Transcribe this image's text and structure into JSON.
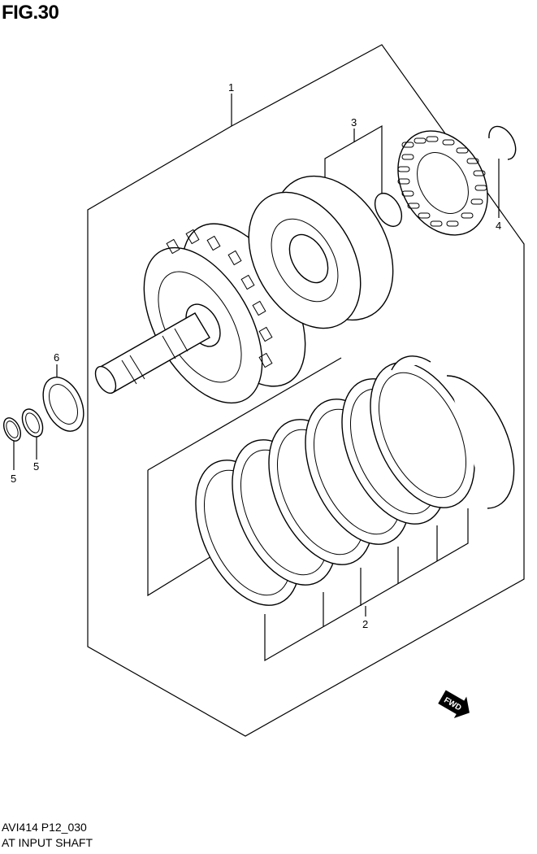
{
  "figure": {
    "title": "FIG.30",
    "code": "AVI414 P12_030",
    "caption": "AT INPUT SHAFT"
  },
  "callouts": [
    {
      "id": "1",
      "text": "1"
    },
    {
      "id": "2",
      "text": "2"
    },
    {
      "id": "3",
      "text": "3"
    },
    {
      "id": "4",
      "text": "4"
    },
    {
      "id": "5a",
      "text": "5"
    },
    {
      "id": "5b",
      "text": "5"
    },
    {
      "id": "6",
      "text": "6"
    }
  ],
  "fwd_badge": "FWD"
}
